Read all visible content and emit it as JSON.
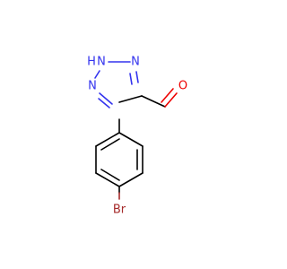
{
  "molecule": {
    "atoms": {
      "nh": "H",
      "n1": "N",
      "n2": "N",
      "n3": "N",
      "o": "O",
      "br": "Br"
    },
    "colors": {
      "bond": "#000000",
      "nitrogen": "#3333ee",
      "oxygen": "#ee0000",
      "bromine": "#a52a2a"
    }
  }
}
